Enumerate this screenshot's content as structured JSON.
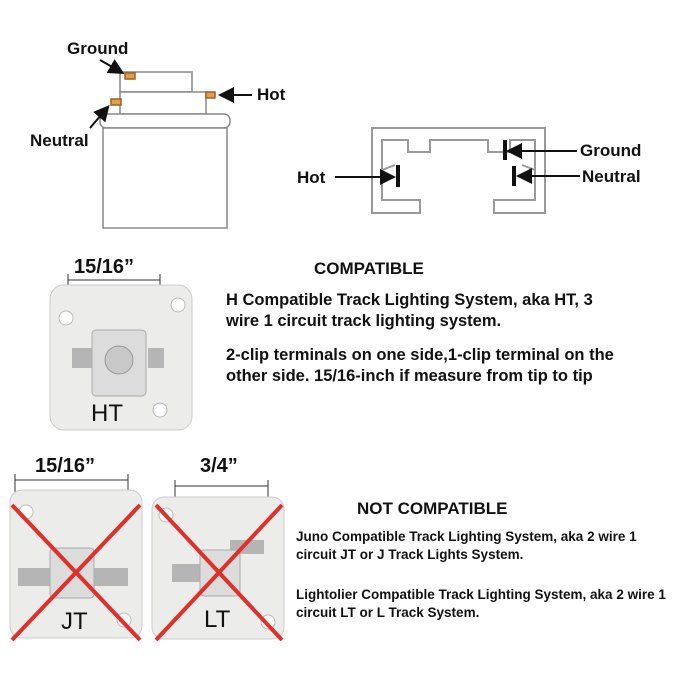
{
  "top_connector": {
    "ground": "Ground",
    "hot": "Hot",
    "neutral": "Neutral"
  },
  "track_profile": {
    "ground": "Ground",
    "hot": "Hot",
    "neutral": "Neutral"
  },
  "compatible": {
    "dimension": "15/16”",
    "adapter_label": "HT",
    "heading": "COMPATIBLE",
    "description": "H Compatible Track Lighting System, aka HT, 3 wire 1 circuit track lighting system.",
    "details": "2-clip terminals on one side,1-clip terminal on the other side. 15/16-inch if measure from tip to tip"
  },
  "not_compatible": {
    "heading": "NOT COMPATIBLE",
    "jt_dimension": "15/16”",
    "jt_label": "JT",
    "lt_dimension": "3/4”",
    "lt_label": "LT",
    "juno_text": "Juno Compatible Track Lighting System, aka 2 wire 1 circuit JT or J Track Lights System.",
    "lightolier_text": "Lightolier Compatible Track Lighting System, aka 2 wire 1 circuit LT or L Track System.",
    "cross_color": "#e0302a"
  }
}
